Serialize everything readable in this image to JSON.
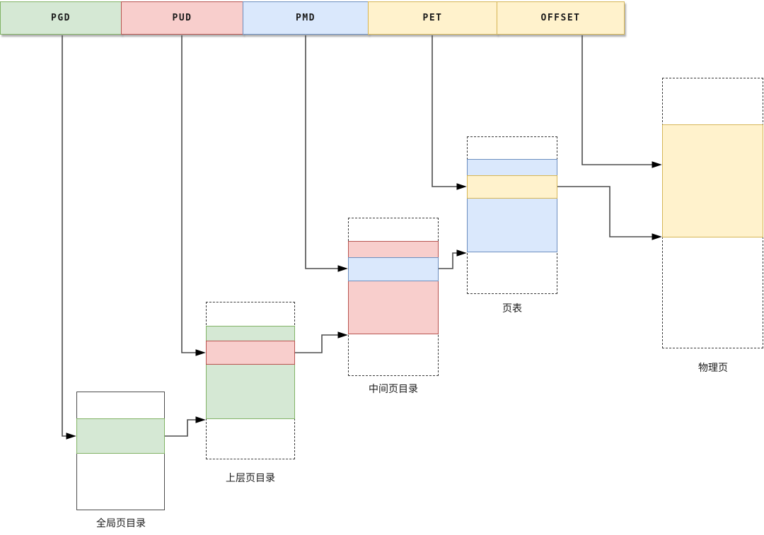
{
  "diagram_title": "multi-level page table address translation",
  "address_bar": {
    "segments": [
      {
        "label": "PGD",
        "fill": "#d5e8d4",
        "stroke": "#82b366"
      },
      {
        "label": "PUD",
        "fill": "#f8cecc",
        "stroke": "#b85450"
      },
      {
        "label": "PMD",
        "fill": "#dae8fc",
        "stroke": "#6c8ebf"
      },
      {
        "label": "PET",
        "fill": "#fff2cc",
        "stroke": "#d6b656"
      },
      {
        "label": "OFFSET",
        "fill": "#fff2cc",
        "stroke": "#d6b656"
      }
    ]
  },
  "tables": {
    "global": {
      "label": "全局页目录",
      "border_style": "solid",
      "highlight_fill": "#d5e8d4",
      "highlight_stroke": "#82b366"
    },
    "upper": {
      "label": "上层页目录",
      "border_style": "dashed",
      "region_fill": "#d5e8d4",
      "region_stroke": "#82b366",
      "highlight_fill": "#f8cecc",
      "highlight_stroke": "#b85450"
    },
    "middle": {
      "label": "中间页目录",
      "border_style": "dashed",
      "region_fill": "#f8cecc",
      "region_stroke": "#b85450",
      "highlight_fill": "#dae8fc",
      "highlight_stroke": "#6c8ebf"
    },
    "page_table": {
      "label": "页表",
      "border_style": "dashed",
      "region_fill": "#dae8fc",
      "region_stroke": "#6c8ebf",
      "highlight_fill": "#fff2cc",
      "highlight_stroke": "#d6b656"
    },
    "physical_page": {
      "label": "物理页",
      "border_style": "dashed",
      "region_fill": "#fff2cc",
      "region_stroke": "#d6b656"
    }
  },
  "connections": [
    {
      "from": "PGD segment",
      "to": "全局页目录 highlighted entry"
    },
    {
      "from": "全局页目录 highlighted entry",
      "to": "上层页目录 region"
    },
    {
      "from": "PUD segment",
      "to": "上层页目录 highlighted entry"
    },
    {
      "from": "上层页目录 highlighted entry",
      "to": "中间页目录 region"
    },
    {
      "from": "PMD segment",
      "to": "中间页目录 highlighted entry"
    },
    {
      "from": "中间页目录 highlighted entry",
      "to": "页表 region"
    },
    {
      "from": "PET segment",
      "to": "页表 highlighted entry"
    },
    {
      "from": "页表 highlighted entry",
      "to": "物理页 region bottom"
    },
    {
      "from": "OFFSET segment",
      "to": "物理页 region"
    }
  ],
  "colors": {
    "arrow_line": "#4d4d4d",
    "arrow_head": "#000000",
    "solid_box_border": "#4d4d4d",
    "dashed_box_border": "#3a3a3a",
    "background": "#ffffff"
  }
}
